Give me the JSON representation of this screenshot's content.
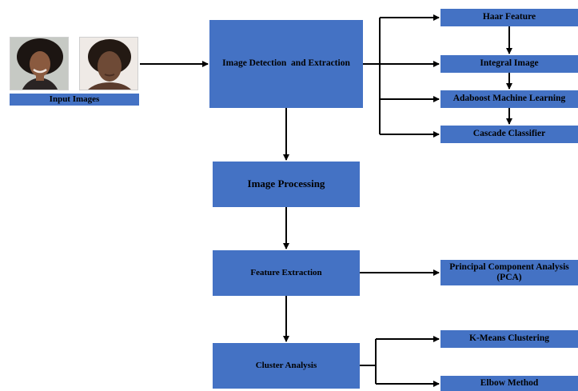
{
  "input": {
    "label": "Input Images"
  },
  "main": {
    "detection": "Image Detection  and Extraction",
    "processing": "Image Processing",
    "feature": "Feature Extraction",
    "cluster": "Cluster Analysis"
  },
  "detection_steps": {
    "haar": "Haar Feature",
    "integral": "Integral Image",
    "adaboost": "Adaboost Machine Learning",
    "cascade": "Cascade Classifier"
  },
  "feature_method": {
    "line1": "Principal Component Analysis",
    "line2": "(PCA)"
  },
  "cluster_methods": {
    "kmeans": "K-Means Clustering",
    "elbow": "Elbow Method"
  },
  "colors": {
    "box": "#4472c4",
    "arrow": "#000000"
  }
}
